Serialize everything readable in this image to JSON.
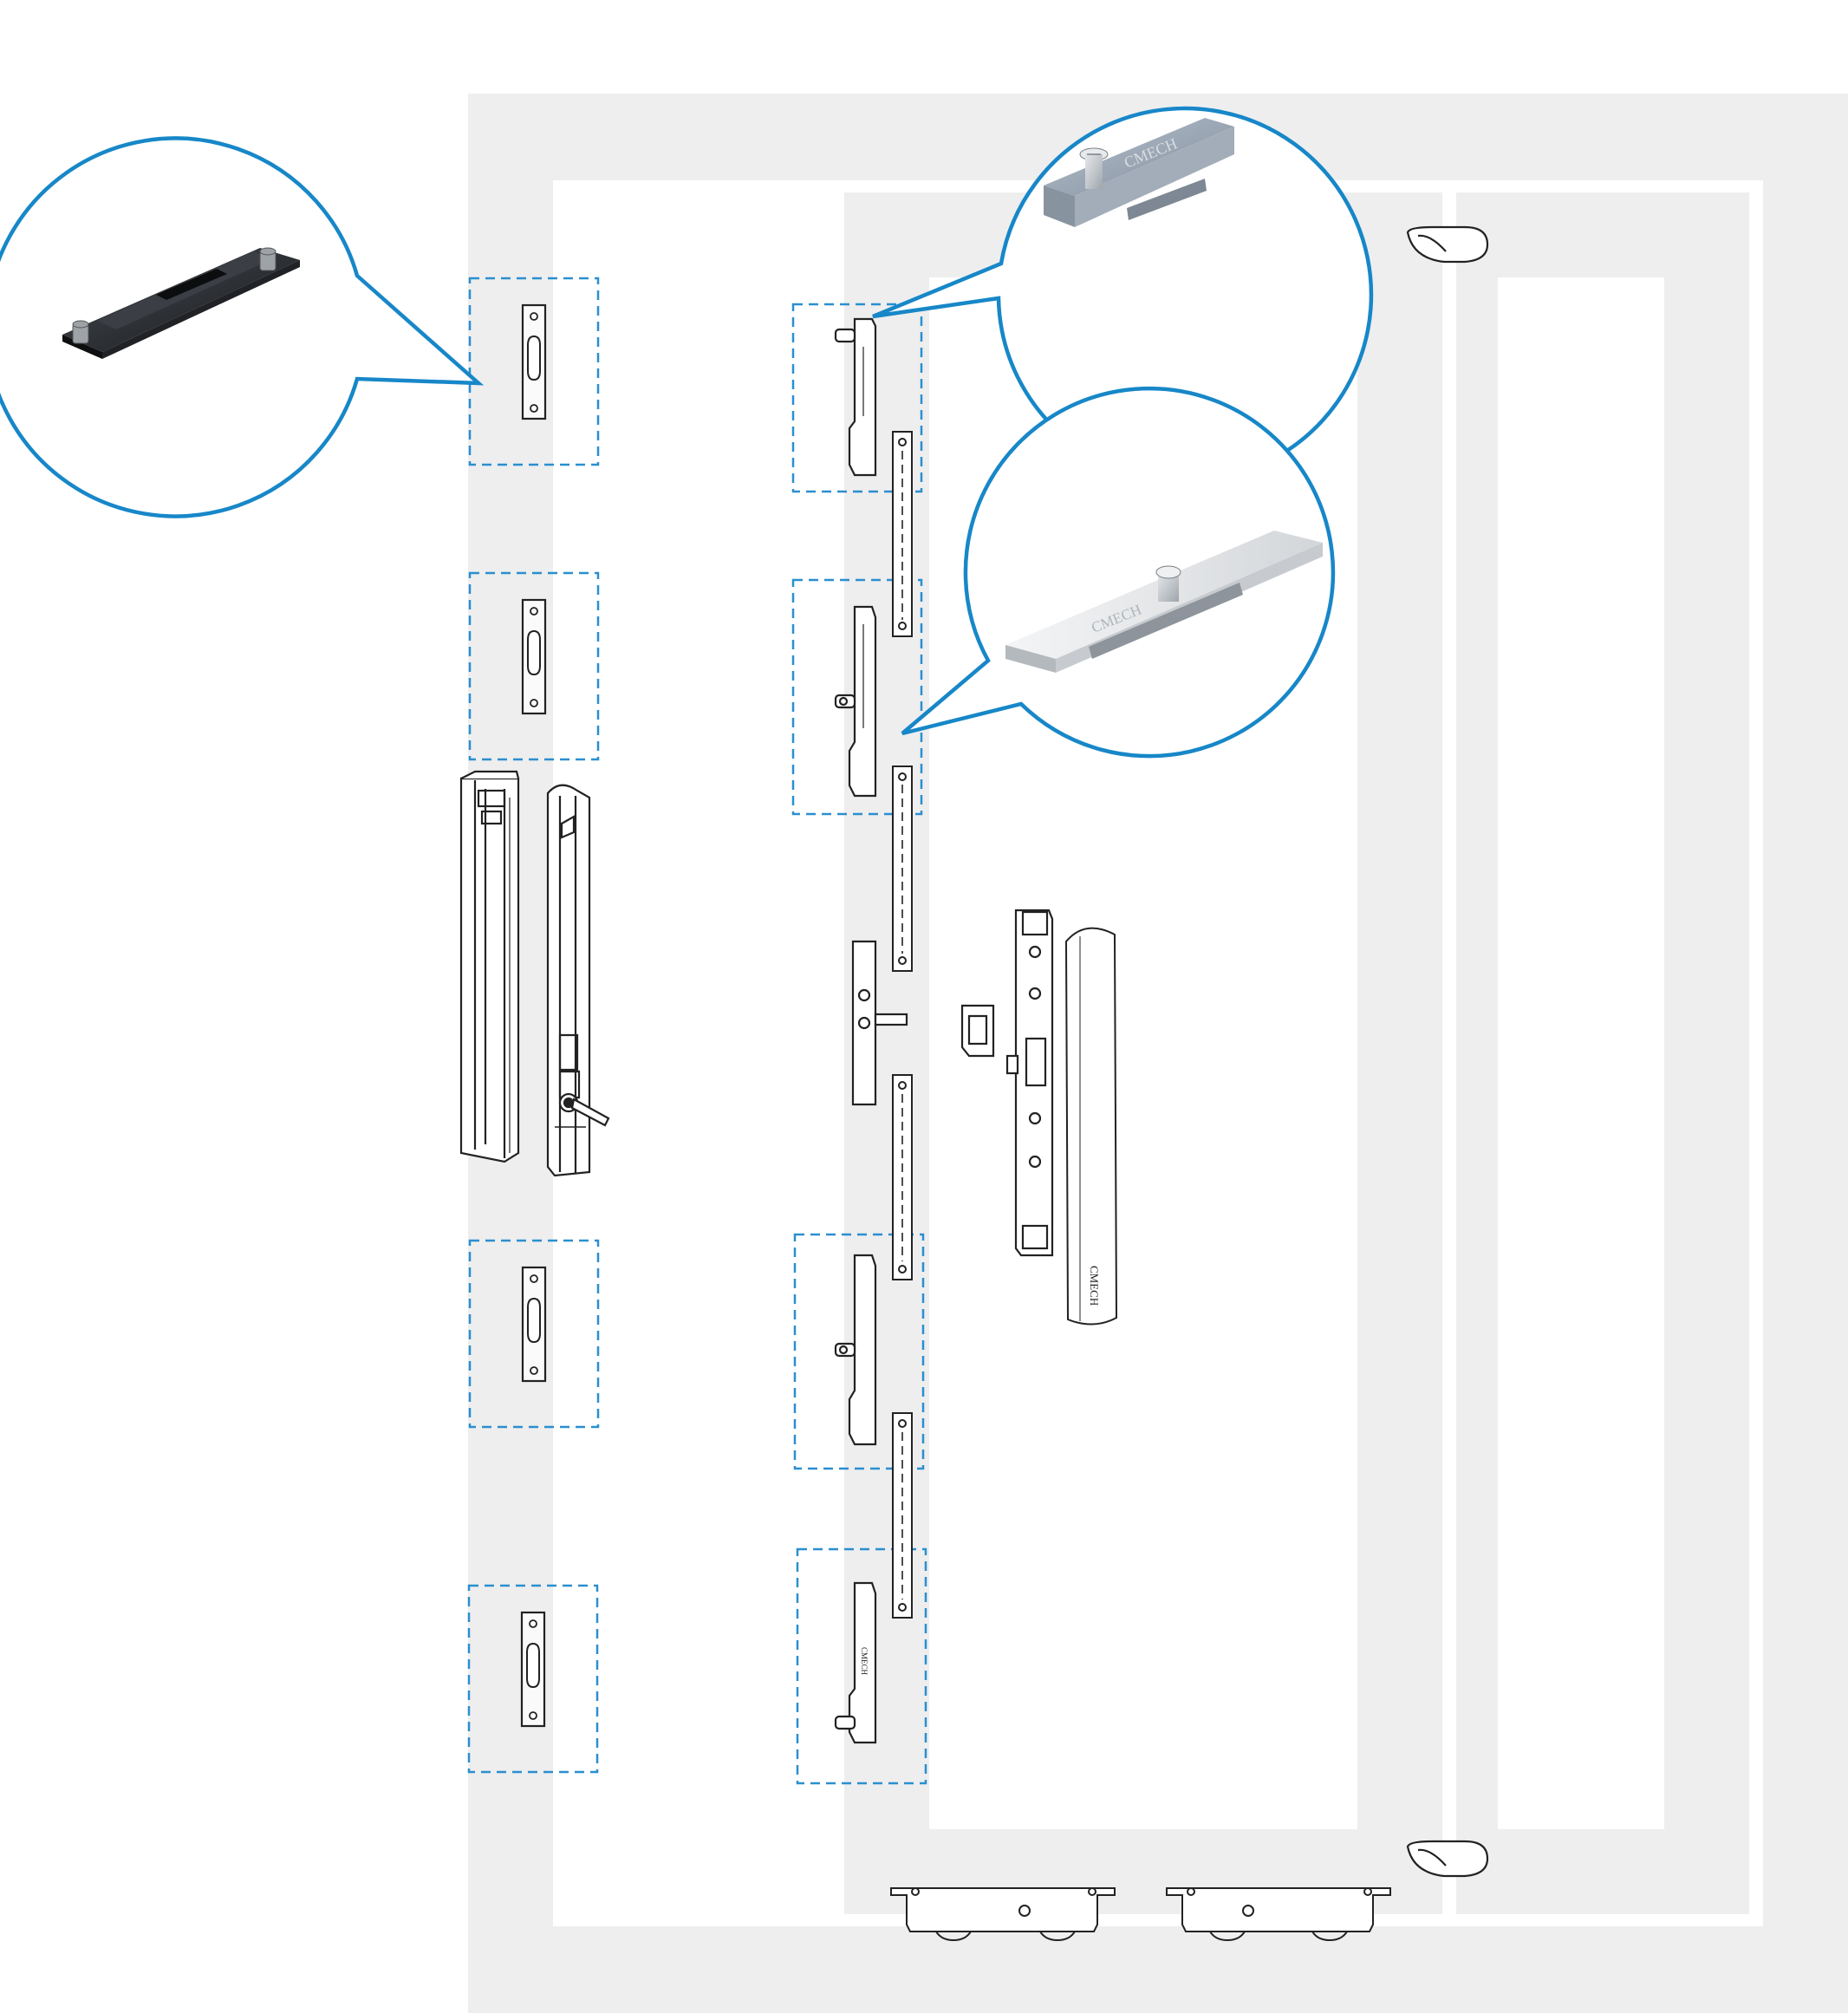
{
  "brand": {
    "name": "CMECH"
  },
  "colors": {
    "frame": "#eeeeef",
    "callout": "#1787c8",
    "dash": "#2a8fd0",
    "line": "#222222",
    "metal": "#c8cdd2",
    "dark_metal": "#2a2d31"
  },
  "parts": [
    {
      "id": "keeper-top",
      "icon": "keeper-plate-icon"
    },
    {
      "id": "keeper-2",
      "icon": "keeper-plate-icon"
    },
    {
      "id": "keeper-3",
      "icon": "keeper-plate-icon"
    },
    {
      "id": "keeper-bottom",
      "icon": "keeper-plate-icon"
    },
    {
      "id": "cover-profile",
      "icon": "cover-profile-icon"
    },
    {
      "id": "handle-profile",
      "icon": "handle-profile-icon"
    },
    {
      "id": "rod-locking-point",
      "icon": "locking-point-icon"
    },
    {
      "id": "gearbox",
      "icon": "gearbox-icon"
    },
    {
      "id": "handle-bar",
      "icon": "handle-bar-icon"
    },
    {
      "id": "roller-left",
      "icon": "roller-icon"
    },
    {
      "id": "roller-right",
      "icon": "roller-icon"
    },
    {
      "id": "stopper-top",
      "icon": "stopper-icon"
    },
    {
      "id": "stopper-bottom",
      "icon": "stopper-icon"
    }
  ]
}
